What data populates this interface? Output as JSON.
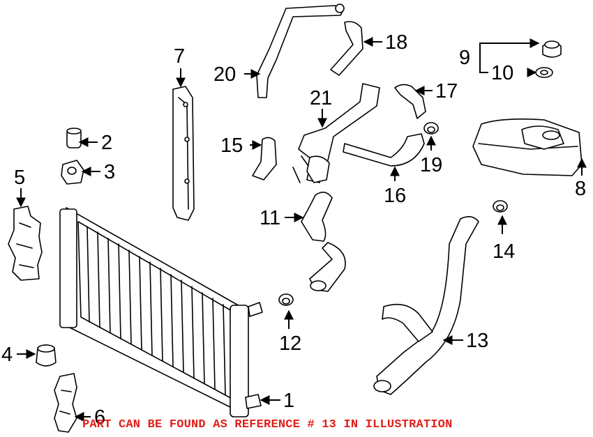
{
  "callouts": [
    "1",
    "2",
    "3",
    "4",
    "5",
    "6",
    "7",
    "8",
    "9",
    "10",
    "11",
    "12",
    "13",
    "14",
    "15",
    "16",
    "17",
    "18",
    "19",
    "20",
    "21"
  ],
  "footnote": "PART CAN BE FOUND AS REFERENCE # 13 IN ILLUSTRATION",
  "colors": {
    "footnote": "#e0201a",
    "line": "#000000",
    "background": "#ffffff"
  }
}
